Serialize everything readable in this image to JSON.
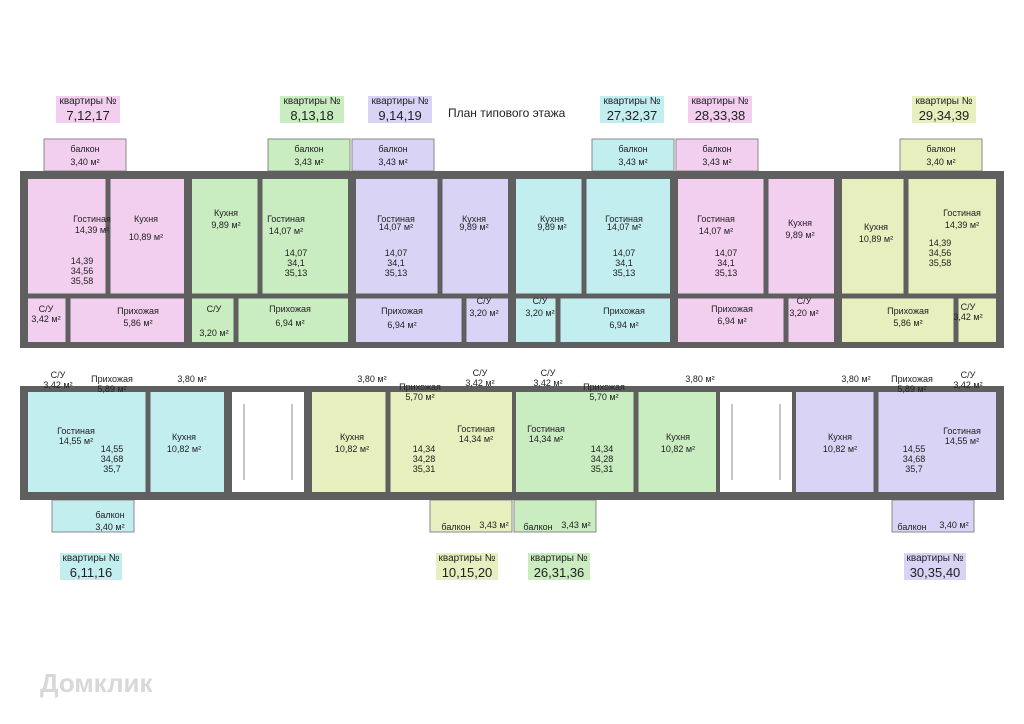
{
  "title": "План типового этажа",
  "colors": {
    "pink": "#f3cfef",
    "green": "#c9ecc0",
    "lavender": "#d9d3f6",
    "cyan": "#c3eef0",
    "yellow": "#e6efbd",
    "wall": "#5f5f5f",
    "corridor": "#ffffff"
  },
  "top_tags": [
    {
      "label": "квартиры №",
      "nums": "7,12,17"
    },
    {
      "label": "квартиры №",
      "nums": "8,13,18"
    },
    {
      "label": "квартиры №",
      "nums": "9,14,19"
    },
    {
      "label": "квартиры №",
      "nums": "27,32,37"
    },
    {
      "label": "квартиры №",
      "nums": "28,33,38"
    },
    {
      "label": "квартиры №",
      "nums": "29,34,39"
    }
  ],
  "bottom_tags": [
    {
      "label": "квартиры №",
      "nums": "6,11,16"
    },
    {
      "label": "квартиры №",
      "nums": "10,15,20"
    },
    {
      "label": "квартиры №",
      "nums": "26,31,36"
    },
    {
      "label": "квартиры №",
      "nums": "30,35,40"
    }
  ],
  "room_labels": {
    "balcony": "балкон",
    "living": "Гостиная",
    "kitchen": "Кухня",
    "hall": "Прихожая",
    "bath": "С/У"
  },
  "areas": {
    "balcony_340": "3,40 м²",
    "balcony_343": "3,43 м²",
    "corridor": "3,80 м²",
    "living_1439": "14,39 м²",
    "living_1407": "14,07 м²",
    "living_1455": "14,55 м²",
    "living_1434": "14,34 м²",
    "kitchen_1089": "10,89 м²",
    "kitchen_989": "9,89 м²",
    "kitchen_1082": "10,82 м²",
    "hall_586": "5,86 м²",
    "hall_694": "6,94 м²",
    "hall_589": "5,89 м²",
    "hall_570": "5,70 м²",
    "bath_342": "3,42 м²",
    "bath_320": "3,20 м²"
  },
  "totals": {
    "t1": [
      "14,39",
      "34,56",
      "35,58"
    ],
    "t2": [
      "14,07",
      "34,1",
      "35,13"
    ],
    "t3": [
      "14,55",
      "34,68",
      "35,7"
    ],
    "t4": [
      "14,34",
      "34,28",
      "35,31"
    ]
  },
  "logo": "Домклик"
}
